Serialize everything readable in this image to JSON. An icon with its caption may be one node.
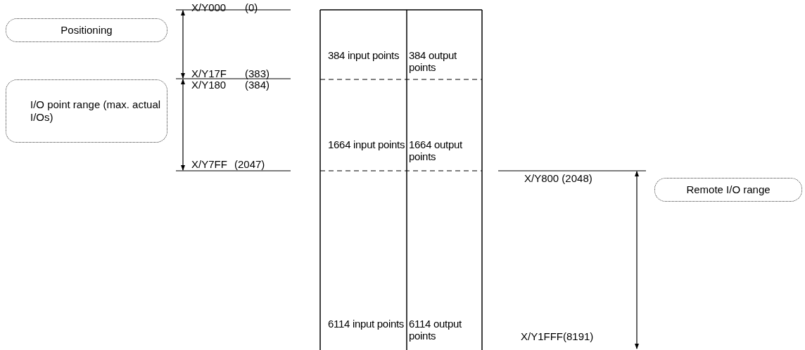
{
  "diagram": {
    "nodes": [
      {
        "text": [
          "Positioning"
        ]
      },
      {
        "text": [
          "I/O point range (max. actual I/Os)"
        ]
      },
      {
        "text": [
          "Remote I/O range"
        ]
      }
    ],
    "labels": [
      "X/Y000",
      "(0)",
      "X/Y17F",
      "(383)",
      "384 input points",
      "384 output points",
      "X/Y180",
      "(384)",
      "X/Y7FF",
      "(2047)",
      "1664 input points",
      "1664 output points",
      "X/Y800 (2048)",
      "6114 input points",
      "6114 output points",
      "X/Y1FFF(8191)"
    ]
  }
}
